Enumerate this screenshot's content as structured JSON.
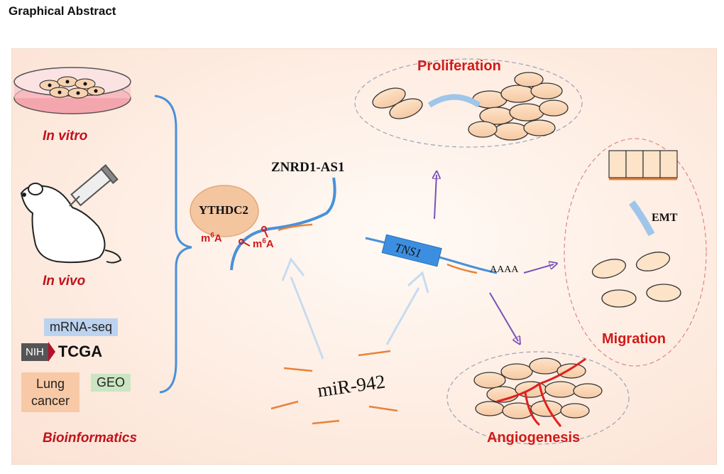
{
  "header": {
    "title": "Graphical Abstract"
  },
  "left": {
    "in_vitro": "In vitro",
    "in_vivo": "In vivo",
    "mrna_seq": "mRNA-seq",
    "nih": "NIH",
    "tcga": "TCGA",
    "lung_cancer_line1": "Lung",
    "lung_cancer_line2": "cancer",
    "geo": "GEO",
    "bioinformatics": "Bioinformatics"
  },
  "mechanism": {
    "ythdc2": "YTHDC2",
    "znrd1_as1": "ZNRD1-AS1",
    "m6a_base": "m",
    "m6a_sup": "6",
    "m6a_end": "A",
    "mir": "miR-942",
    "tns1": "TNS1",
    "polya": "AAAA"
  },
  "outcomes": {
    "proliferation": "Proliferation",
    "emt": "EMT",
    "migration": "Migration",
    "angiogenesis": "Angiogenesis"
  },
  "colors": {
    "title_red": "#c0121b",
    "rna_blue": "#4a90d9",
    "mirna_orange": "#e8823a",
    "arrow_purple": "#7b4fb8",
    "ythdc2_fill": "#f3c6a0",
    "tns1_box": "#3c8fe0"
  }
}
